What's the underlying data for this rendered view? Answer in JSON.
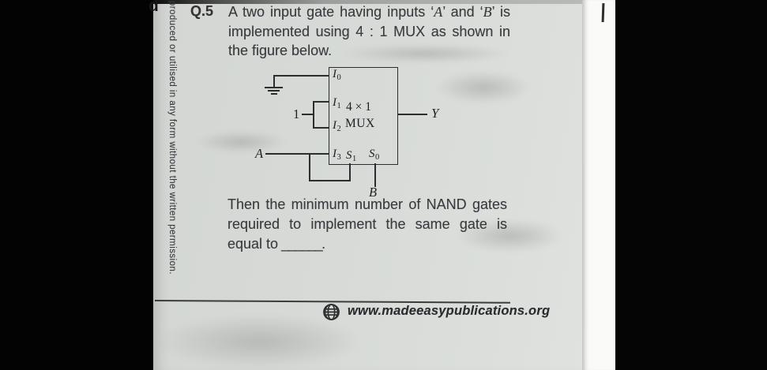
{
  "document": {
    "corner_letter": "d",
    "margin_note": "eproduced or utilised in any form without the written permission."
  },
  "question": {
    "number": "Q.5",
    "text": {
      "part1": "A two input gate having inputs ‘",
      "input_a": "A",
      "part2": "’ and ‘",
      "input_b": "B",
      "part3": "’ is implemented using 4 : 1 MUX as shown in the figure below."
    },
    "followup": {
      "part1": "Then the minimum number of NAND gates required to implement the same gate is equal to",
      "blank": "______",
      "part2": "."
    }
  },
  "diagram": {
    "mux": {
      "line1": "4 × 1",
      "line2": "MUX"
    },
    "pins": {
      "i0": {
        "base": "I",
        "sub": "0"
      },
      "i1": {
        "base": "I",
        "sub": "1"
      },
      "i2": {
        "base": "I",
        "sub": "2"
      },
      "i3": {
        "base": "I",
        "sub": "3"
      },
      "s1": {
        "base": "S",
        "sub": "1"
      },
      "s0": {
        "base": "S",
        "sub": "0"
      }
    },
    "signals": {
      "one": "1",
      "a": "A",
      "b": "B",
      "y": "Y"
    }
  },
  "footer": {
    "website": "www.madeeasypublications.org"
  }
}
